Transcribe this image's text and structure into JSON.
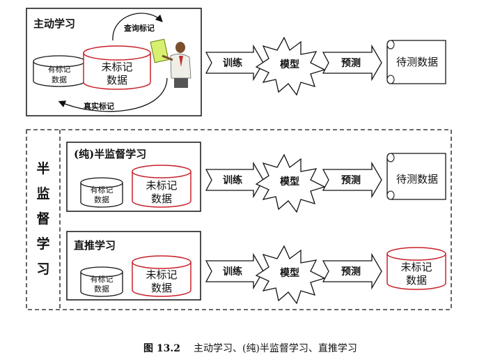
{
  "active": {
    "title": "主动学习",
    "query_label": "查询标记",
    "true_label": "真实标记",
    "labeled_db": [
      "有标记",
      "数据"
    ],
    "unlabeled_db": [
      "未标记",
      "数据"
    ],
    "train": "训练",
    "model": "模型",
    "predict": "预测",
    "target": "待测数据"
  },
  "semi_label": [
    "半",
    "监",
    "督",
    "学",
    "习"
  ],
  "pure_semi": {
    "title": "(纯)半监督学习",
    "labeled_db": [
      "有标记",
      "数据"
    ],
    "unlabeled_db": [
      "未标记",
      "数据"
    ],
    "train": "训练",
    "model": "模型",
    "predict": "预测",
    "target": "待测数据"
  },
  "transductive": {
    "title": "直推学习",
    "labeled_db": [
      "有标记",
      "数据"
    ],
    "unlabeled_db": [
      "未标记",
      "数据"
    ],
    "train": "训练",
    "model": "模型",
    "predict": "预测",
    "target": [
      "未标记",
      "数据"
    ]
  },
  "caption": {
    "number": "图 13.2",
    "text": "主动学习、(纯)半监督学习、直推学习"
  },
  "colors": {
    "red_db": "#c8202a",
    "black": "#111111"
  }
}
